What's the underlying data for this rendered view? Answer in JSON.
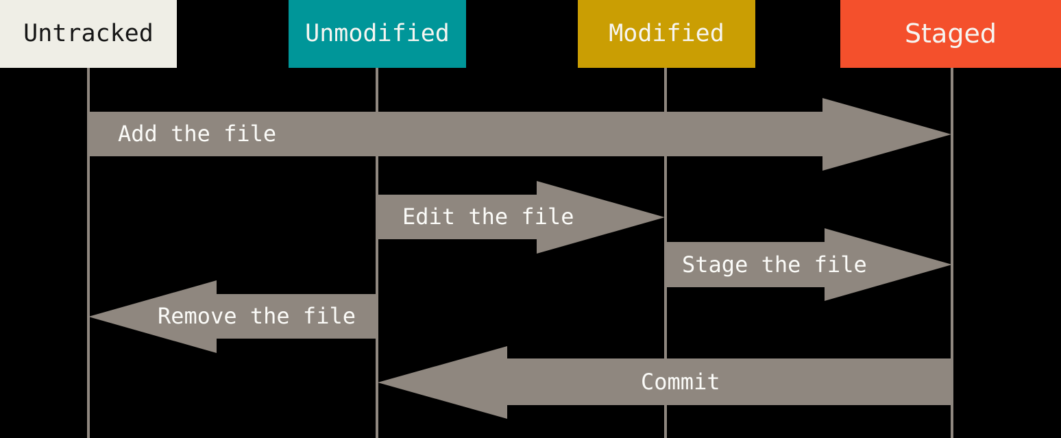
{
  "diagram": {
    "type": "git-file-status-lifecycle-sequence",
    "colors": {
      "background": "#000000",
      "arrow": "#8F877F",
      "lifeline": "#8F877F",
      "arrow_label": "#FBFBF8"
    },
    "states": [
      {
        "id": "untracked",
        "label": "Untracked",
        "bg": "#EFEEE6",
        "fg": "#161616"
      },
      {
        "id": "unmodified",
        "label": "Unmodified",
        "bg": "#009699",
        "fg": "#F6F5F1"
      },
      {
        "id": "modified",
        "label": "Modified",
        "bg": "#CA9E03",
        "fg": "#F6F5F1"
      },
      {
        "id": "staged",
        "label": "Staged",
        "bg": "#F4502C",
        "fg": "#F6F5F1"
      }
    ],
    "transitions": [
      {
        "label": "Add the file",
        "from": "Untracked",
        "to": "Staged",
        "direction": "right"
      },
      {
        "label": "Edit the file",
        "from": "Unmodified",
        "to": "Modified",
        "direction": "right"
      },
      {
        "label": "Stage the file",
        "from": "Modified",
        "to": "Staged",
        "direction": "right"
      },
      {
        "label": "Remove the file",
        "from": "Unmodified",
        "to": "Untracked",
        "direction": "left"
      },
      {
        "label": "Commit",
        "from": "Staged",
        "to": "Unmodified",
        "direction": "left"
      }
    ]
  }
}
